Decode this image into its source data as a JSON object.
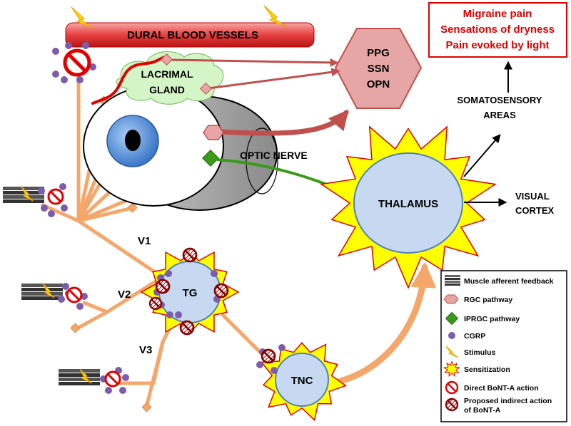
{
  "colors": {
    "nerve": "#f5a76b",
    "red_path": "#c0504d",
    "green_path": "#3a9a1a",
    "red_outline": "#e00000",
    "cgrp": "#7d5cac",
    "sun_fill": "#ffff00",
    "nucleus_fill": "#c6d9f1",
    "gland_fill": "#d4f5c6",
    "hexagon_fill": "#e6a6a6",
    "stimulus": "#ffd800"
  },
  "labels": {
    "dural": "DURAL BLOOD VESSELS",
    "lacrimal_line1": "LACRIMAL",
    "lacrimal_line2": "GLAND",
    "hex_line1": "PPG",
    "hex_line2": "SSN",
    "hex_line3": "OPN",
    "optic": "OPTIC NERVE",
    "thalamus": "THALAMUS",
    "somato_line1": "SOMATOSENSORY",
    "somato_line2": "AREAS",
    "visual_line1": "VISUAL",
    "visual_line2": "CORTEX",
    "v1": "V1",
    "v2": "V2",
    "v3": "V3",
    "tg": "TG",
    "tnc": "TNC"
  },
  "outcomes": [
    "Migraine pain",
    "Sensations of dryness",
    "Pain evoked by light"
  ],
  "legend": {
    "items": [
      {
        "icon": "muscle-bundle-icon",
        "label": "Muscle afferent feedback"
      },
      {
        "icon": "red-hexagon-icon",
        "label": "RGC pathway"
      },
      {
        "icon": "green-diamond-icon",
        "label": "IPRGC pathway"
      },
      {
        "icon": "purple-dot-icon",
        "label": "CGRP"
      },
      {
        "icon": "lightning-icon",
        "label": "Stimulus"
      },
      {
        "icon": "starburst-icon",
        "label": "Sensitization"
      },
      {
        "icon": "prohibition-icon",
        "label": "Direct BoNT-A action"
      },
      {
        "icon": "hatched-prohibition-icon",
        "label": "Proposed indirect action",
        "label2": "of BoNT-A"
      }
    ]
  }
}
